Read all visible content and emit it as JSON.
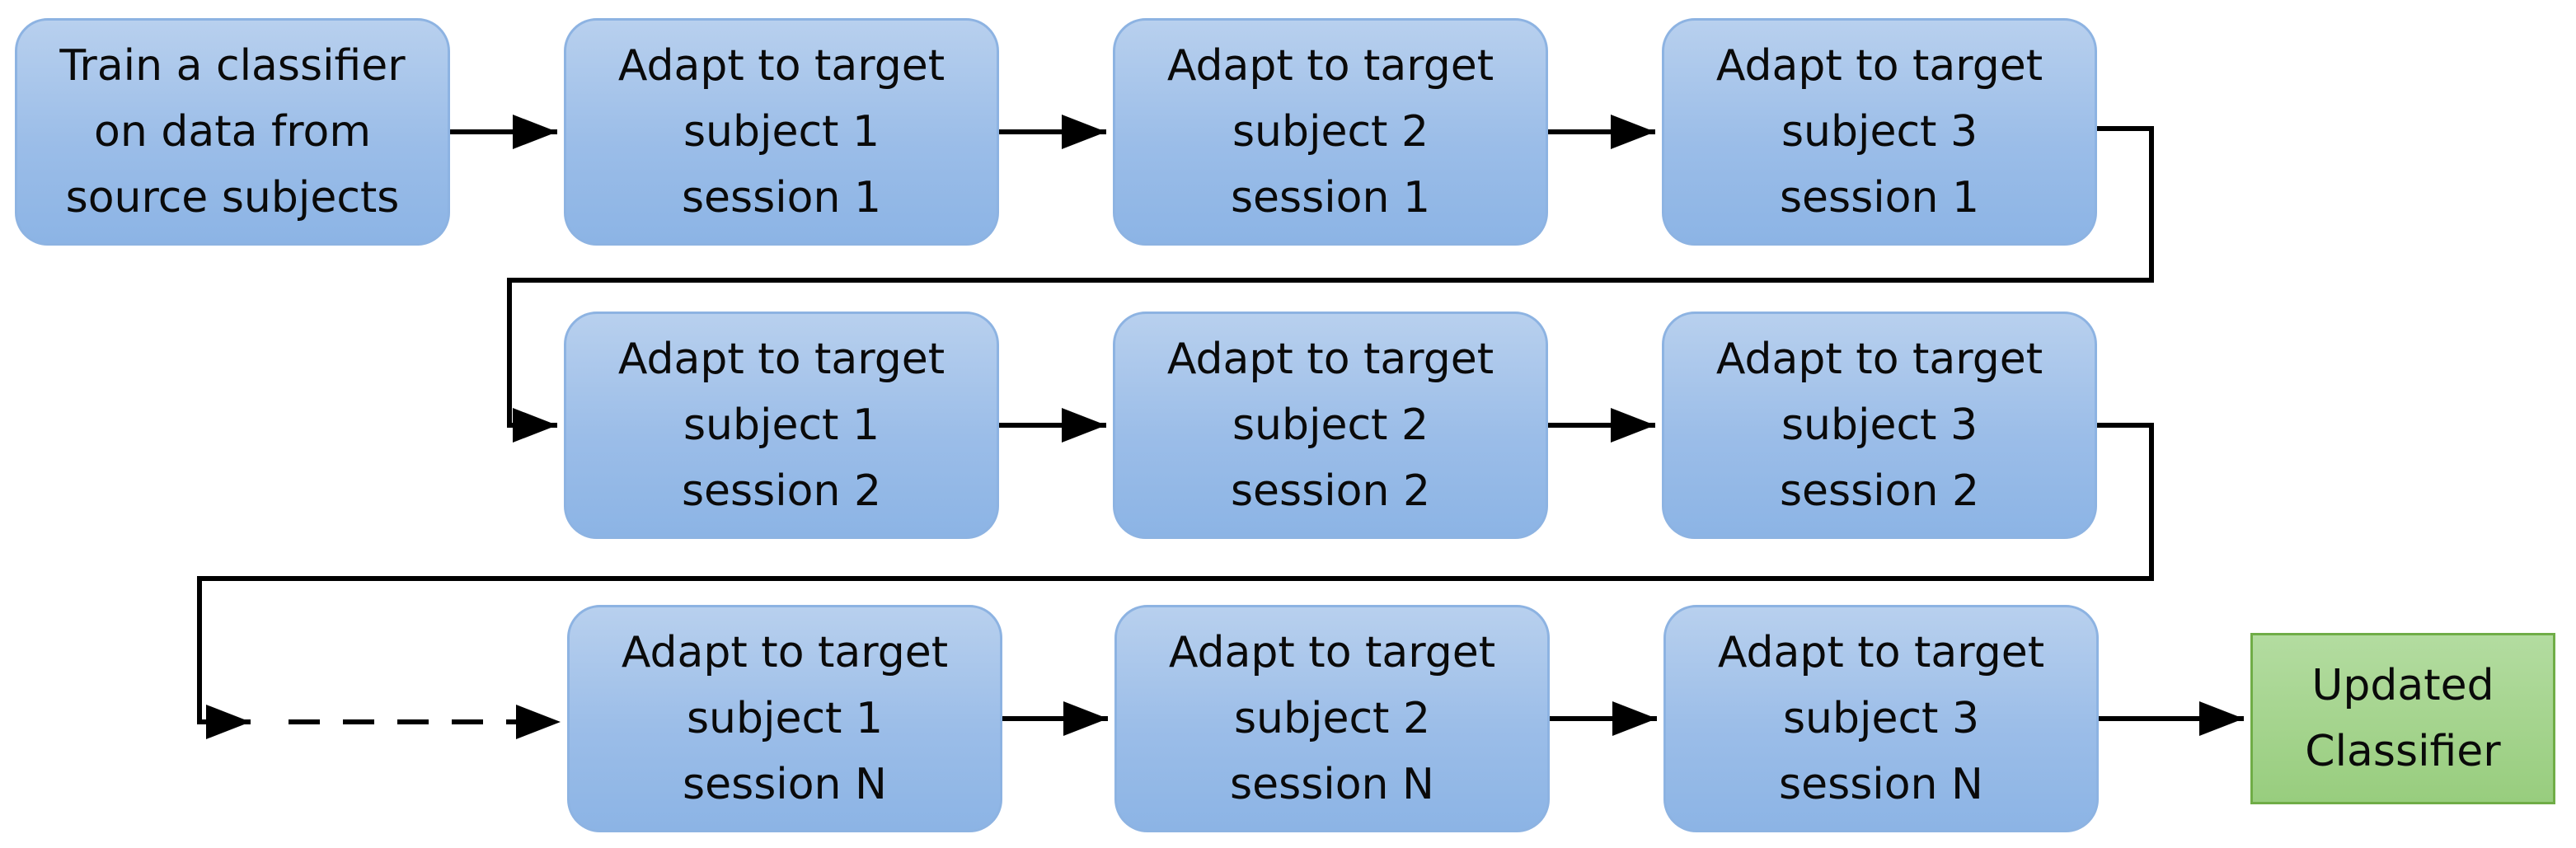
{
  "diagram": {
    "train_box": {
      "lines": [
        "Train a classifier",
        "on data from",
        "source subjects"
      ]
    },
    "row1": [
      {
        "lines": [
          "Adapt to target",
          "subject 1",
          "session 1"
        ]
      },
      {
        "lines": [
          "Adapt to target",
          "subject 2",
          "session 1"
        ]
      },
      {
        "lines": [
          "Adapt to target",
          "subject 3",
          "session 1"
        ]
      }
    ],
    "row2": [
      {
        "lines": [
          "Adapt to target",
          "subject 1",
          "session 2"
        ]
      },
      {
        "lines": [
          "Adapt to target",
          "subject 2",
          "session 2"
        ]
      },
      {
        "lines": [
          "Adapt to target",
          "subject 3",
          "session 2"
        ]
      }
    ],
    "row3": [
      {
        "lines": [
          "Adapt to target",
          "subject 1",
          "session N"
        ]
      },
      {
        "lines": [
          "Adapt to target",
          "subject 2",
          "session N"
        ]
      },
      {
        "lines": [
          "Adapt to target",
          "subject 3",
          "session N"
        ]
      }
    ],
    "final_box": {
      "lines": [
        "Updated",
        "Classifier"
      ]
    },
    "colors": {
      "step_fill": "#9bbde8",
      "step_border": "#8db3e2",
      "final_fill": "#98cd7e",
      "final_border": "#70ad47",
      "connector": "#000000"
    }
  }
}
